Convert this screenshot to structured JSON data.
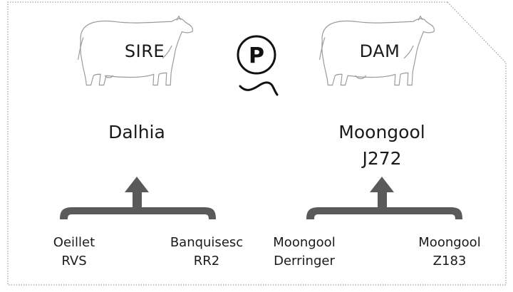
{
  "sire": {
    "role_label": "SIRE",
    "name": "Dalhia",
    "parents": [
      {
        "line1": "Oeillet",
        "line2": "RVS"
      },
      {
        "line1": "Banquisesc",
        "line2": "RR2"
      }
    ]
  },
  "dam": {
    "role_label": "DAM",
    "name_line1": "Moongool",
    "name_line2": "J272",
    "parents": [
      {
        "line1": "Moongool",
        "line2": "Derringer"
      },
      {
        "line1": "Moongool",
        "line2": "Z183"
      }
    ]
  },
  "badge": {
    "letter": "P",
    "icon": "polled-p-icon"
  },
  "colors": {
    "arrow": "#5a5a5a",
    "outline": "#9a9a9a",
    "border": "#8a8a8a"
  }
}
